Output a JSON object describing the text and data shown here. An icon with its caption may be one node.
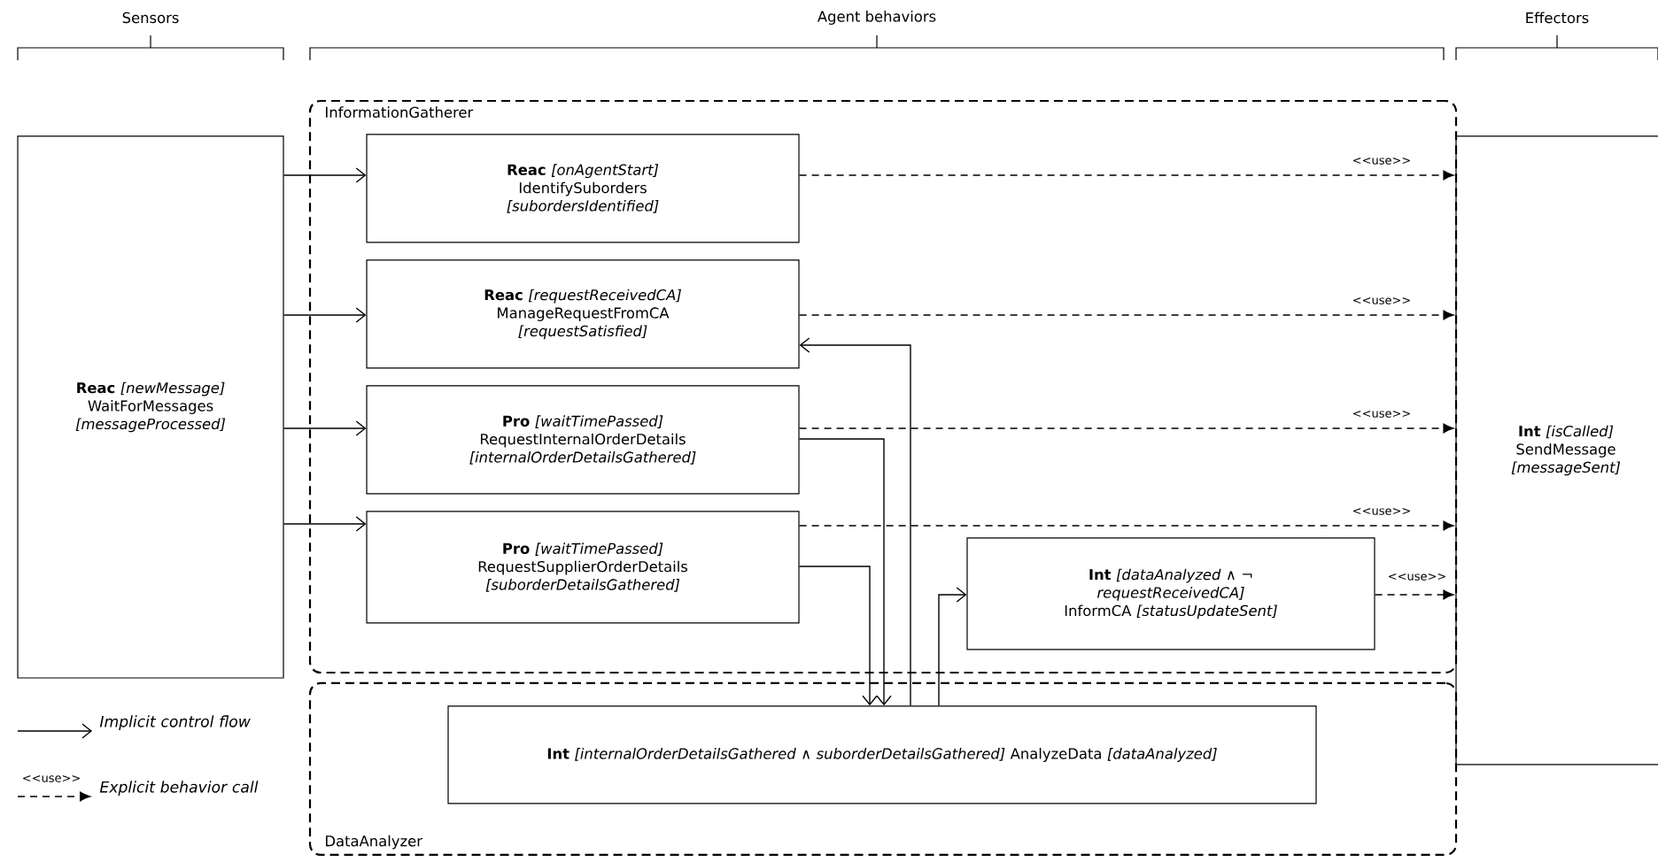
{
  "diagram": {
    "nodes": [
      {
        "text": [
          "**Reac** *[newMessage]* WaitForMessages *[messageProcessed]*"
        ]
      },
      {
        "text": [
          "InformationGatherer"
        ]
      },
      {
        "text": [
          "**Reac** *[onAgentStart]* IdentifySuborders *[subordersIdentified]*"
        ],
        "in": 1
      },
      {
        "text": [
          "**Reac** *[requestReceivedCA]* ManageRequestFromCA *[requestSatisfied]*"
        ],
        "in": 1
      },
      {
        "text": [
          "**Pro** *[waitTimePassed]* RequestInternalOrderDetails *[internalOrderDetailsGathered]*"
        ],
        "in": 1
      },
      {
        "text": [
          "**Pro** *[waitTimePassed]* RequestSupplierOrderDetails *[suborderDetailsGathered]*"
        ],
        "in": 1
      },
      {
        "text": [
          "**Int** *[dataAnalyzed ∧ ¬ requestReceivedCA]* InformCA *[statusUpdateSent]*"
        ],
        "in": 1
      },
      {
        "text": [
          "DataAnalyzer"
        ]
      },
      {
        "text": [
          "**Int** *[internalOrderDetailsGathered ∧ suborderDetailsGathered]* AnalyzeData *[dataAnalyzed]*"
        ],
        "in": 7
      },
      {
        "text": [
          "**Int** *[isCalled]* SendMessage *[messageSent]*"
        ]
      }
    ],
    "edges": [
      {
        "from": 0,
        "to": 2,
        "arrow": "to"
      },
      {
        "from": 0,
        "to": 3,
        "arrow": "to"
      },
      {
        "from": 0,
        "to": 4,
        "arrow": "to"
      },
      {
        "from": 0,
        "to": 5,
        "arrow": "to"
      },
      {
        "from": 4,
        "to": 8,
        "arrow": "to"
      },
      {
        "from": 5,
        "to": 8,
        "arrow": "to"
      },
      {
        "from": 8,
        "to": 3,
        "arrow": "to"
      },
      {
        "from": 8,
        "to": 6,
        "arrow": "to"
      },
      {
        "from": 2,
        "to": 9,
        "arrow": "to",
        "style": "dashed",
        "label": "<<use>>"
      },
      {
        "from": 3,
        "to": 9,
        "arrow": "to",
        "style": "dashed",
        "label": "<<use>>"
      },
      {
        "from": 4,
        "to": 9,
        "arrow": "to",
        "style": "dashed",
        "label": "<<use>>"
      },
      {
        "from": 5,
        "to": 9,
        "arrow": "to",
        "style": "dashed",
        "label": "<<use>>"
      },
      {
        "from": 6,
        "to": 9,
        "arrow": "to",
        "style": "dashed",
        "label": "<<use>>"
      }
    ],
    "labels": [
      "Sensors",
      "Agent behaviors",
      "Effectors",
      "<<use>>"
    ],
    "legend": [
      {
        "text": "Implicit control flow"
      },
      {
        "text": "Explicit behavior call"
      }
    ]
  }
}
